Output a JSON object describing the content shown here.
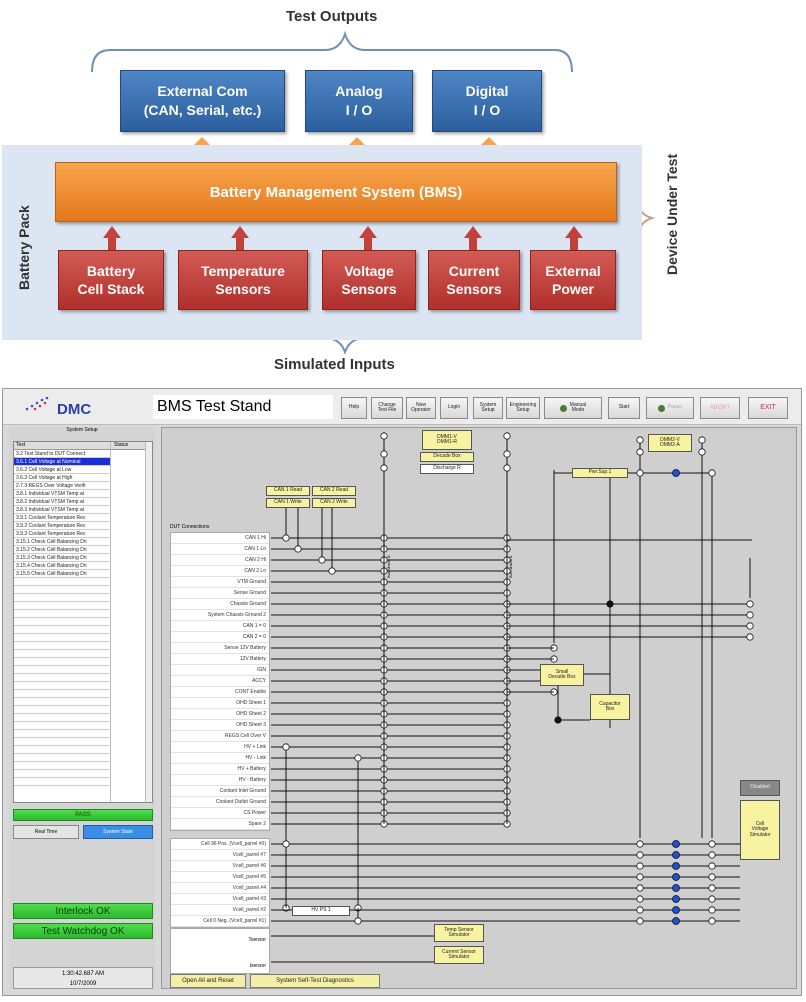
{
  "diagram": {
    "title": "Test Outputs",
    "outputs": [
      "External Com\n(CAN, Serial, etc.)",
      "Analog\nI / O",
      "Digital\nI / O"
    ],
    "bms": "Battery Management System (BMS)",
    "inputs": [
      "Battery\nCell Stack",
      "Temperature\nSensors",
      "Voltage\nSensors",
      "Current\nSensors",
      "External\nPower"
    ],
    "battery_pack_label": "Battery Pack",
    "dut_label": "Device Under Test",
    "footer": "Simulated Inputs",
    "colors": {
      "output": "#3a72b8",
      "bms": "#ee8a2e",
      "input": "#c2413b",
      "pack_bg": "#dce6f3"
    }
  },
  "hmi": {
    "brand": "DMC",
    "title": "BMS Test Stand",
    "toolbar": [
      "Help",
      "Change\nTest File",
      "New\nOperator",
      "Login",
      "System\nSetup",
      "Engineering\nSetup",
      "Manual\nMode",
      "Start",
      "Pause",
      "ABORT",
      "EXIT"
    ],
    "left": {
      "setup": "System Setup",
      "col_test": "Test",
      "col_status": "Status",
      "tests": [
        "3.2 Test Stand to DUT Connect",
        "3.6.1 Cell Voltage at Nominal",
        "3.6.2 Cell Voltage at Low",
        "3.6.3 Cell Voltage at High",
        "2.7.3 REGS Over Voltage Verifi",
        "3.8.1 Individual VTSM Temp at",
        "3.8.2 Individual VTSM Temp at",
        "3.8.3 Individual VTSM Temp at",
        "3.9.1 Coolant Temperature Rec",
        "3.9.2 Coolant Temperature Rec",
        "3.9.3 Coolant Temperature Rec",
        "3.15.1 Check Cell Balancing Dri",
        "3.15.2 Check Cell Balancing Dri",
        "3.15.3 Check Cell Balancing Dri",
        "3.15.4 Check Cell Balancing Dri",
        "3.15.5 Check Cell Balancing Dri"
      ],
      "pass": "PASS",
      "real_time": "Real Time",
      "system_state": "System State",
      "interlock": "Interlock OK",
      "watchdog": "Test Watchdog OK",
      "time": "1:30:42.687 AM",
      "date": "10/7/2009"
    },
    "main": {
      "dut_connections": "DUT Connections",
      "connections": [
        "CAN 1 Hi",
        "CAN 1 Lo",
        "CAN 2 Hi",
        "CAN 2 Lo",
        "VTM Ground",
        "Sense Ground",
        "Chassis Ground",
        "System Chassis Ground 2",
        "CAN 1 = 0",
        "CAN 2 = 0",
        "Sense 12V Battery",
        "12V Battery",
        "IGN",
        "ACCY",
        "CONT Enable",
        "OHD Sheet 1",
        "OHD Sheet 2",
        "OHD Sheet 3",
        "REGS Cell Over V",
        "HV + Link",
        "HV - Link",
        "HV + Battery",
        "HV - Battery",
        "Coolant Inlet Ground",
        "Coolant Outlet Ground",
        "CS Power",
        "Spare 2"
      ],
      "cells": [
        "Cell 96 Pos. (Vcell_parrel #0)",
        "Vcell_parrel #7",
        "Vcell_parrel #6",
        "Vcell_parrel #5",
        "Vcell_parrel #4",
        "Vcell_parrel #3",
        "Vcell_parrel #2",
        "Cell 0 Neg. (Vcell_parrel #1)"
      ],
      "can_buttons": [
        "CAN 1 Read",
        "CAN 2 Read",
        "CAN 1 Write",
        "CAN 2 Write"
      ],
      "dmm_top": "DMM1-V\nDMM1-R",
      "decade_box": "Decade Box",
      "discharge": "Discharge R",
      "dmm_right": "DMM2-V\nDMM2-A",
      "pwr_sup": "Pwr.Sup.1",
      "small_decade": "Small\nDecade Box",
      "capacitor": "Capacitor\nBox",
      "disabled": "Disabled",
      "cell_sim": "Cell\nVoltage\nSimulator",
      "hv_ps": "HV PS 1",
      "tsensor": "Tsensor",
      "isensor": "Isensor",
      "temp_sim": "Temp Sensor\nSimulator",
      "current_sim": "Current Sensor\nSimulator",
      "open_all": "Open All and Reset",
      "self_test": "System Self-Test Diagnostics",
      "bus_label": "Bus Matrix B",
      "bus_label2": "Bus Matrix A"
    }
  }
}
